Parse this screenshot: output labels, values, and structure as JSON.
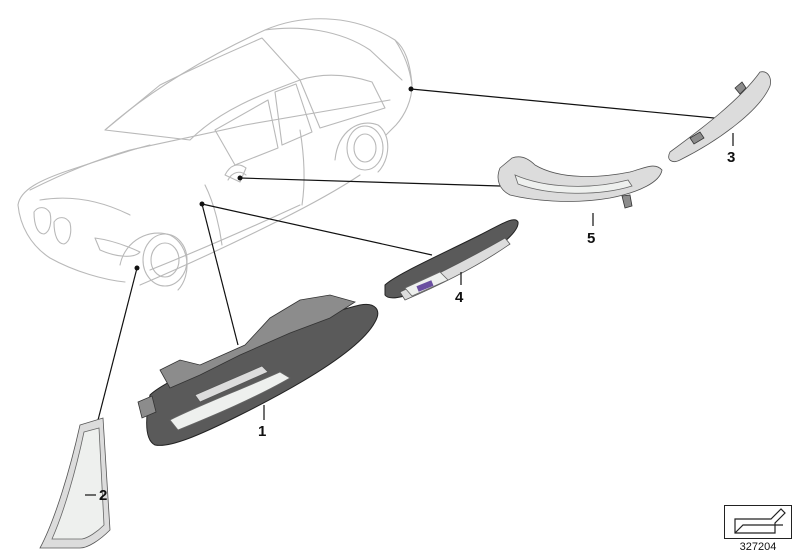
{
  "callouts": {
    "part1": "1",
    "part2": "2",
    "part3": "3",
    "part4": "4",
    "part5": "5"
  },
  "reference_number": "327204",
  "icons": {
    "reference_box": "corner-arrow-icon"
  },
  "colors": {
    "outline": "#b9b9b9",
    "leader": "#111111",
    "part_dark": "#5a5a5a",
    "part_light": "#dcdcdc"
  }
}
